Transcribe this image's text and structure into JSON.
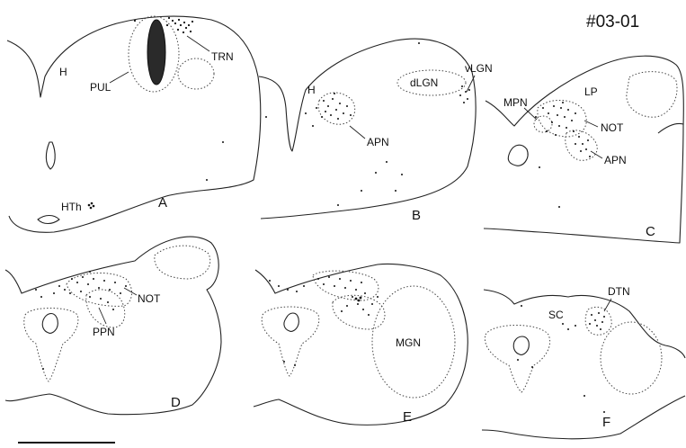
{
  "figure": {
    "id": "#03-01",
    "panels": [
      {
        "letter": "A",
        "labels": [
          "H",
          "PUL",
          "TRN",
          "HTh"
        ]
      },
      {
        "letter": "B",
        "labels": [
          "H",
          "dLGN",
          "vLGN",
          "APN"
        ]
      },
      {
        "letter": "C",
        "labels": [
          "MPN",
          "LP",
          "NOT",
          "APN"
        ]
      },
      {
        "letter": "D",
        "labels": [
          "NOT",
          "PPN"
        ]
      },
      {
        "letter": "E",
        "labels": [
          "MGN"
        ]
      },
      {
        "letter": "F",
        "labels": [
          "SC",
          "DTN"
        ]
      }
    ]
  },
  "colors": {
    "line": "#222222",
    "lesion": "#2a2a2a",
    "background": "#ffffff"
  }
}
